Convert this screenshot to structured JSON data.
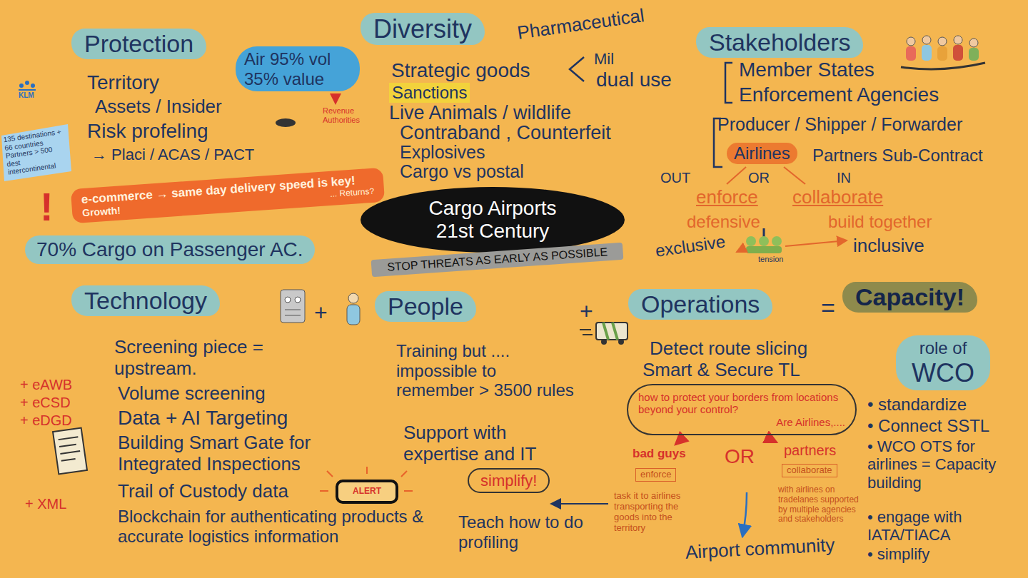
{
  "diagram": {
    "nodes": [
      {
        "text": [
          "Protection"
        ]
      },
      {
        "text": [
          "Air 95% vol 35% value"
        ]
      },
      {
        "text": [
          "Diversity"
        ]
      },
      {
        "text": [
          "Stakeholders"
        ]
      },
      {
        "text": [
          "Airlines"
        ]
      },
      {
        "text": [
          "e-commerce → same day delivery speed is key!",
          "... Returns?",
          "Growth!"
        ]
      },
      {
        "text": [
          "Cargo Airports 21st Century"
        ]
      },
      {
        "text": [
          "STOP THREATS AS EARLY AS POSSIBLE"
        ]
      },
      {
        "text": [
          "70% Cargo on Passenger AC."
        ]
      },
      {
        "text": [
          "Technology"
        ]
      },
      {
        "text": [
          "People"
        ]
      },
      {
        "text": [
          "Operations"
        ]
      },
      {
        "text": [
          "Capacity!"
        ]
      },
      {
        "text": [
          "role of",
          "WCO"
        ]
      },
      {
        "text": [
          "how to protect your borders from locations beyond your control?",
          "Are Airlines,...."
        ]
      },
      {
        "text": [
          "enforce"
        ]
      },
      {
        "text": [
          "collaborate"
        ]
      },
      {
        "text": [
          "ALERT"
        ]
      },
      {
        "text": [
          "simplify!"
        ]
      }
    ],
    "labels": [
      "KLM",
      "135 destinations + 66 countries Partners > 500 dest intercontinental",
      "Territory",
      "Assets / Insider",
      "Risk profeling",
      "→ Placi / ACAS / PACT",
      "Revenue Authorities",
      "!",
      "Pharmaceutical",
      "Strategic goods",
      "Mil",
      "dual use",
      "Sanctions",
      "Live Animals / wildlife",
      "Contraband , Counterfeit",
      "Explosives",
      "Cargo vs postal",
      "Member States",
      "Enforcement Agencies",
      "Producer / Shipper / Forwarder",
      "Partners Sub-Contract",
      "OUT",
      "OR",
      "IN",
      "enforce",
      "collaborate",
      "defensive",
      "build together",
      "exclusive",
      "tension",
      "inclusive",
      "+ eAWB",
      "+ eCSD",
      "+ eDGD",
      "+ XML",
      "Screening piece = upstream.",
      "Volume screening",
      "Data + AI Targeting",
      "Building Smart Gate for Integrated Inspections",
      "Trail of Custody data",
      "Blockchain for authenticating products & accurate logistics information",
      "+",
      "+",
      "=",
      "Training but .... impossible to remember > 3500 rules",
      "Support with expertise and IT",
      "Teach how to do profiling",
      "Detect route slicing",
      "Smart & Secure TL",
      "bad guys",
      "OR",
      "partners",
      "task it to airlines transporting the goods into the territory",
      "with airlines on tradelanes supported by multiple agencies and stakeholders",
      "Airport community",
      "• standardize",
      "• Connect SSTL",
      "• WCO OTS for airlines = Capacity building",
      "• engage with IATA/TIACA",
      "• simplify"
    ]
  }
}
